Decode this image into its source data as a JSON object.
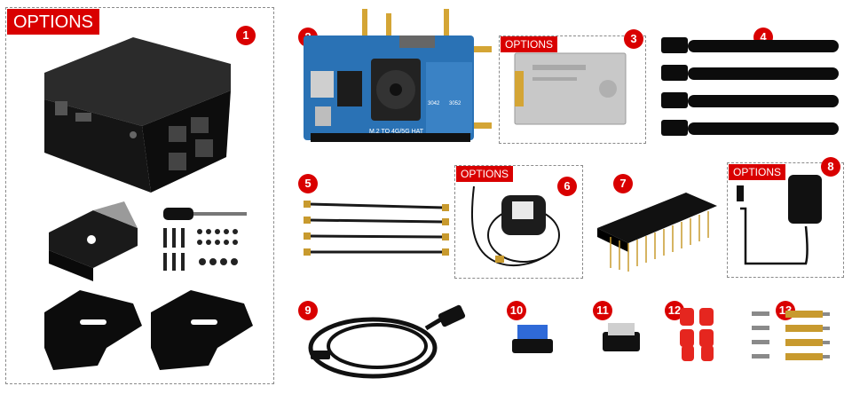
{
  "options_label": "OPTIONS",
  "numbers": [
    "1",
    "2",
    "3",
    "4",
    "5",
    "6",
    "7",
    "8",
    "9",
    "10",
    "11",
    "12",
    "13"
  ],
  "hat_label": "M.2 TO 4G/5G HAT",
  "hat_antenna_labels": [
    "3042",
    "3052"
  ],
  "colors": {
    "badge": "#d90000",
    "pcb": "#2a72b5",
    "metal": "#111111",
    "brass": "#c89a2e",
    "red_cap": "#e5261f"
  }
}
